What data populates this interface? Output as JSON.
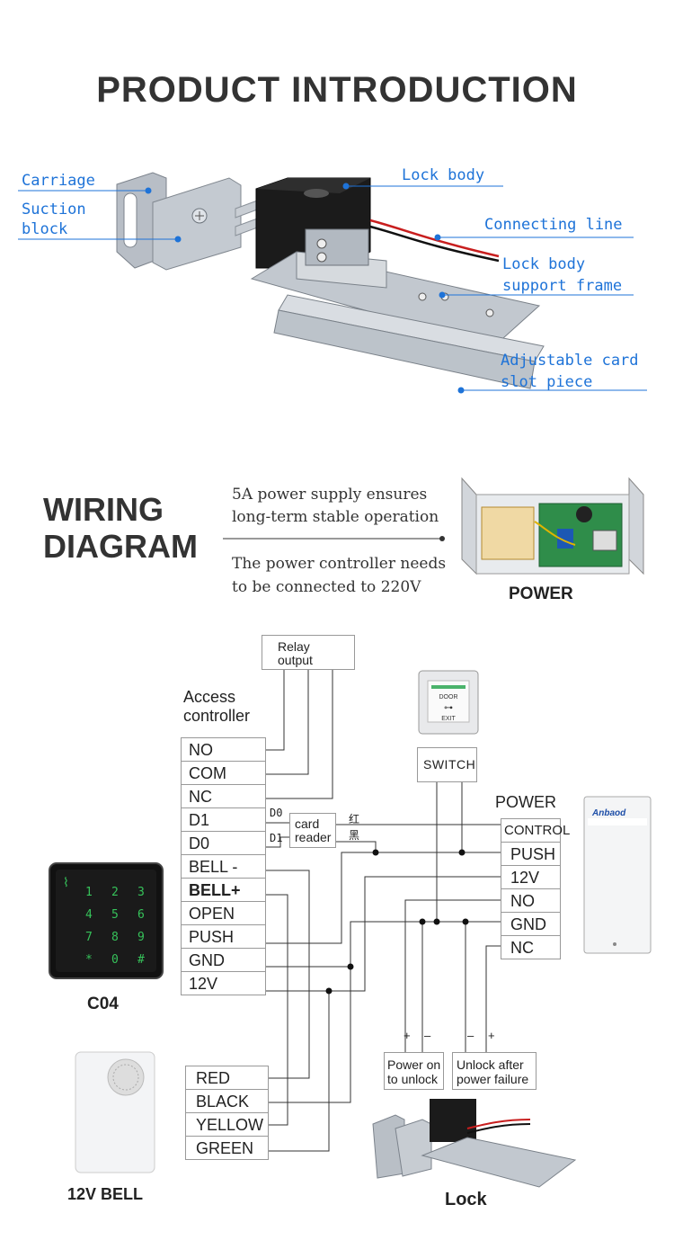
{
  "header": {
    "title": "PRODUCT INTRODUCTION"
  },
  "callouts": {
    "carriage": "Carriage",
    "suction_block": [
      "Suction",
      "block"
    ],
    "lock_body": "Lock body",
    "connecting_line": "Connecting line",
    "support_frame": [
      "Lock body",
      "support frame"
    ],
    "card_slot": [
      "Adjustable card",
      "slot piece"
    ]
  },
  "wiring": {
    "title": [
      "WIRING",
      "DIAGRAM"
    ],
    "note1": [
      "5A power supply ensures",
      "long-term stable operation"
    ],
    "note2": [
      "The power controller needs",
      "to be connected to 220V"
    ],
    "power_caption": "POWER"
  },
  "diagram": {
    "relay_output": [
      "Relay",
      "output"
    ],
    "access_controller": [
      "Access",
      "controller"
    ],
    "controller_terminals": [
      "NO",
      "COM",
      "NC",
      "D1",
      "D0",
      "BELL -",
      "BELL+",
      "OPEN",
      "PUSH",
      "GND",
      "12V"
    ],
    "d0": "D0",
    "d1": "D1",
    "card_reader": [
      "card",
      "reader"
    ],
    "wire_red": "红",
    "wire_black": "黑",
    "door_exit": [
      "DOOR",
      "EXIT"
    ],
    "switch": "SWITCH",
    "power_label": "POWER",
    "power_terminals": [
      "CONTROL",
      "PUSH",
      "12V",
      "NO",
      "GND",
      "NC"
    ],
    "psu_brand": "Anbaod",
    "keypad_keys": [
      "1",
      "2",
      "3",
      "4",
      "5",
      "6",
      "7",
      "8",
      "9",
      "*",
      "0",
      "#"
    ],
    "keypad_caption": "C04",
    "bell_wires": [
      "RED",
      "BLACK",
      "YELLOW",
      "GREEN"
    ],
    "bell_caption": "12V BELL",
    "power_on_unlock": [
      "Power on",
      "to unlock"
    ],
    "unlock_after_failure": [
      "Unlock after",
      "power failure"
    ],
    "plus": "+",
    "minus": "–",
    "lock_caption": "Lock"
  },
  "colors": {
    "accent": "#1e73d8",
    "heading": "#333333",
    "wire": "#333333"
  }
}
